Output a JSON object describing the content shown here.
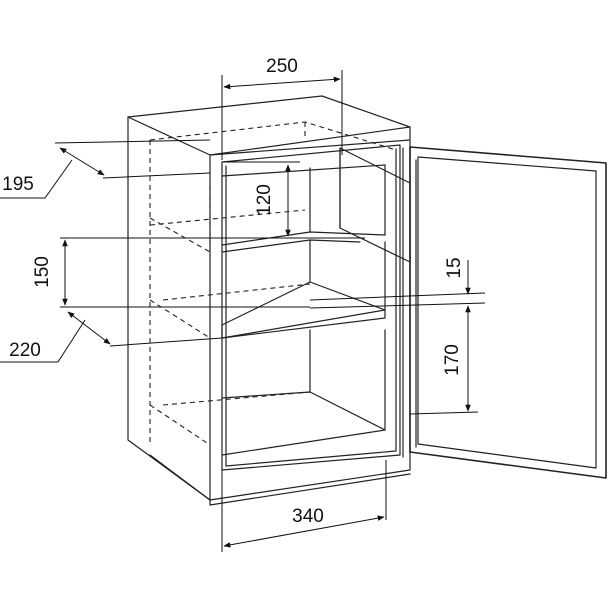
{
  "dimensions": {
    "top_width": "250",
    "left_depth": "195",
    "compartment_height": "120",
    "shelf_spacing": "150",
    "lower_depth": "220",
    "shelf_thickness": "15",
    "lower_height": "170",
    "bottom_width": "340"
  }
}
